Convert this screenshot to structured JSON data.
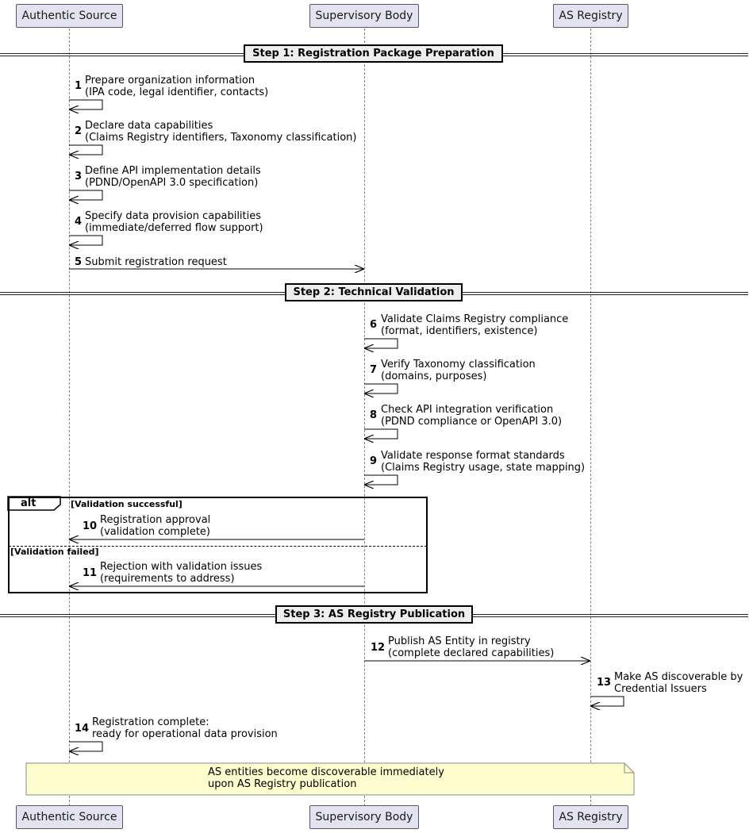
{
  "participants": [
    {
      "name": "Authentic Source"
    },
    {
      "name": "Supervisory Body"
    },
    {
      "name": "AS Registry"
    }
  ],
  "dividers": [
    {
      "label": "Step 1: Registration Package Preparation"
    },
    {
      "label": "Step 2: Technical Validation"
    },
    {
      "label": "Step 3: AS Registry Publication"
    }
  ],
  "messages": [
    {
      "num": "1",
      "lines": [
        "Prepare organization information",
        "(IPA code, legal identifier, contacts)"
      ]
    },
    {
      "num": "2",
      "lines": [
        "Declare data capabilities",
        "(Claims Registry identifiers, Taxonomy classification)"
      ]
    },
    {
      "num": "3",
      "lines": [
        "Define API implementation details",
        "(PDND/OpenAPI 3.0 specification)"
      ]
    },
    {
      "num": "4",
      "lines": [
        "Specify data provision capabilities",
        "(immediate/deferred flow support)"
      ]
    },
    {
      "num": "5",
      "lines": [
        "Submit registration request"
      ]
    },
    {
      "num": "6",
      "lines": [
        "Validate Claims Registry compliance",
        "(format, identifiers, existence)"
      ]
    },
    {
      "num": "7",
      "lines": [
        "Verify Taxonomy classification",
        "(domains, purposes)"
      ]
    },
    {
      "num": "8",
      "lines": [
        "Check API integration verification",
        "(PDND compliance or OpenAPI 3.0)"
      ]
    },
    {
      "num": "9",
      "lines": [
        "Validate response format standards",
        "(Claims Registry usage, state mapping)"
      ]
    },
    {
      "num": "10",
      "lines": [
        "Registration approval",
        "(validation complete)"
      ]
    },
    {
      "num": "11",
      "lines": [
        "Rejection with validation issues",
        "(requirements to address)"
      ]
    },
    {
      "num": "12",
      "lines": [
        "Publish AS Entity in registry",
        "(complete declared capabilities)"
      ]
    },
    {
      "num": "13",
      "lines": [
        "Make AS discoverable by",
        "Credential Issuers"
      ]
    },
    {
      "num": "14",
      "lines": [
        "Registration complete:",
        "ready for operational data provision"
      ]
    }
  ],
  "alt": {
    "keyword": "alt",
    "conditions": [
      "[Validation successful]",
      "[Validation failed]"
    ]
  },
  "note": {
    "lines": [
      "AS entities become discoverable immediately",
      "upon AS Registry publication"
    ]
  }
}
